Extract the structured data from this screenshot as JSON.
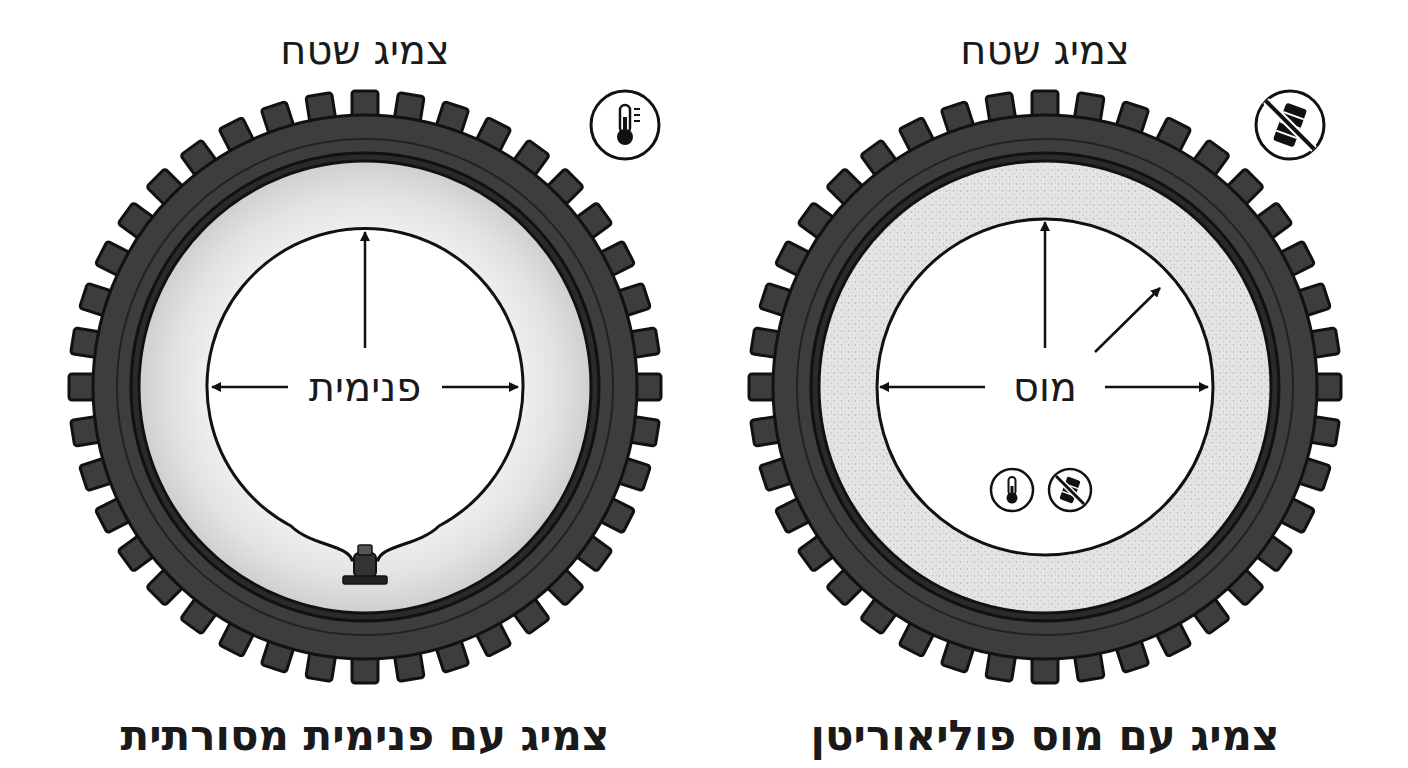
{
  "diagram": {
    "nodes": [
      {
        "text": [
          "צמיג שטח",
          "צמיג עם פנימית מסורתית"
        ]
      },
      {
        "text": [
          "פנימית"
        ],
        "in": 0
      },
      {
        "text": [
          "צמיג שטח",
          "צמיג עם מוס פוליאוריטן"
        ]
      },
      {
        "text": [
          "מוס"
        ],
        "in": 2
      }
    ]
  }
}
